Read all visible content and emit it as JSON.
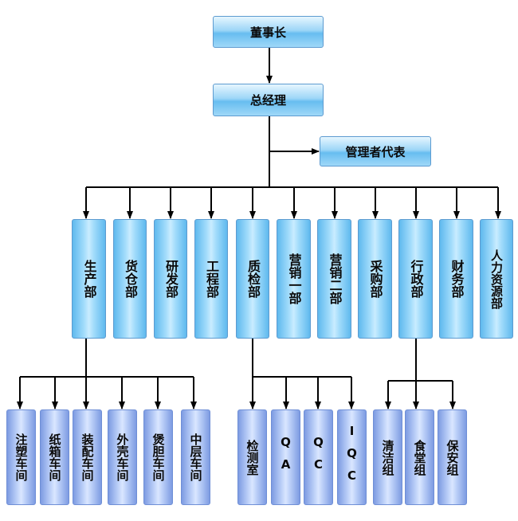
{
  "chairman": "董事长",
  "general_manager": "总经理",
  "management_rep": "管理者代表",
  "departments": [
    {
      "label": "生产部"
    },
    {
      "label": "货仓部"
    },
    {
      "label": "研发部"
    },
    {
      "label": "工程部"
    },
    {
      "label": "质检部"
    },
    {
      "label": "营销一部"
    },
    {
      "label": "营销二部"
    },
    {
      "label": "采购部"
    },
    {
      "label": "行政部"
    },
    {
      "label": "财务部"
    },
    {
      "label": "人力资源部"
    }
  ],
  "production_units": [
    {
      "label": "注塑车间"
    },
    {
      "label": "纸箱车间"
    },
    {
      "label": "装配车间"
    },
    {
      "label": "外壳车间"
    },
    {
      "label": "煲胆车间"
    },
    {
      "label": "中层车间"
    }
  ],
  "qc_units": [
    {
      "label": "检测室"
    },
    {
      "label": "QA"
    },
    {
      "label": "QC"
    },
    {
      "label": "IQC"
    }
  ],
  "admin_units": [
    {
      "label": "清洁组"
    },
    {
      "label": "食堂组"
    },
    {
      "label": "保安组"
    }
  ]
}
